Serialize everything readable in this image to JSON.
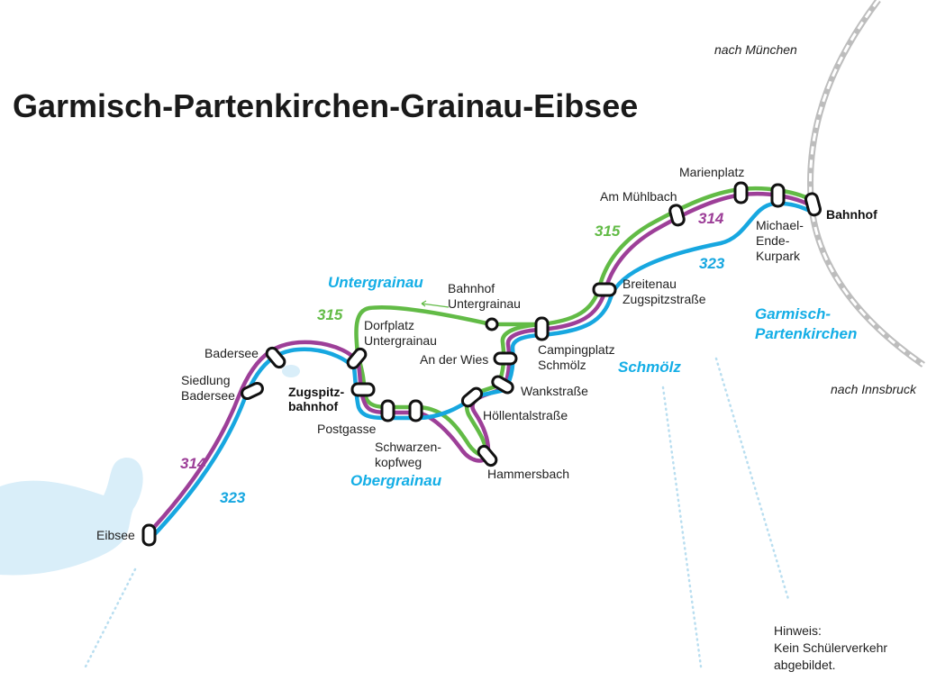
{
  "title": "Garmisch-Partenkirchen-Grainau-Eibsee",
  "directions": {
    "north": "nach München",
    "south": "nach Innsbruck"
  },
  "places": {
    "untergrainau": "Untergrainau",
    "obergrainau": "Obergrainau",
    "schmoelz": "Schmölz",
    "gap_line1": "Garmisch-",
    "gap_line2": "Partenkirchen"
  },
  "routes": {
    "r315": "315",
    "r314": "314",
    "r323": "323",
    "colors": {
      "315": "#62bb46",
      "314": "#9d3f98",
      "323": "#17a7e0",
      "place": "#14aee6",
      "lake": "#d9eef9"
    }
  },
  "stops": {
    "eibsee": "Eibsee",
    "siedlung_1": "Siedlung",
    "siedlung_2": "Badersee",
    "badersee": "Badersee",
    "zugspitz_1": "Zugspitz-",
    "zugspitz_2": "bahnhof",
    "dorfplatz_1": "Dorfplatz",
    "dorfplatz_2": "Untergrainau",
    "bf_untergrainau_1": "Bahnhof",
    "bf_untergrainau_2": "Untergrainau",
    "postgasse": "Postgasse",
    "schwarzen_1": "Schwarzen-",
    "schwarzen_2": "kopfweg",
    "hammersbach": "Hammersbach",
    "hoellental": "Höllentalstraße",
    "wankstrasse": "Wankstraße",
    "an_der_wies": "An der Wies",
    "campingplatz_1": "Campingplatz",
    "campingplatz_2": "Schmölz",
    "breitenau_1": "Breitenau",
    "breitenau_2": "Zugspitzstraße",
    "am_muehlbach": "Am Mühlbach",
    "marienplatz": "Marienplatz",
    "bahnhof": "Bahnhof",
    "michael_1": "Michael-",
    "michael_2": "Ende-",
    "michael_3": "Kurpark"
  },
  "note": {
    "line1": "Hinweis:",
    "line2": "Kein Schülerverkehr",
    "line3": "abgebildet."
  }
}
